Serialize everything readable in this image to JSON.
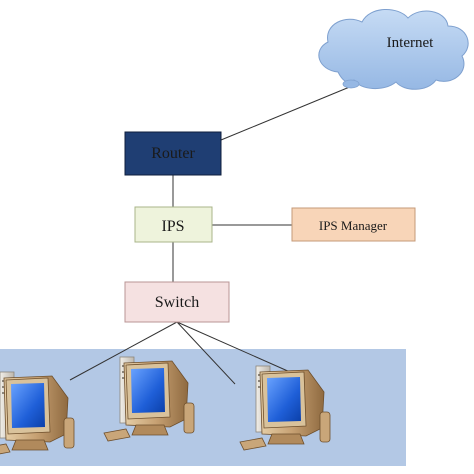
{
  "nodes": {
    "internet": {
      "label": "Internet"
    },
    "router": {
      "label": "Router"
    },
    "ips": {
      "label": "IPS"
    },
    "ips_manager": {
      "label": "IPS Manager"
    },
    "switch": {
      "label": "Switch"
    }
  },
  "computers": [
    {
      "icon": "computer-icon"
    },
    {
      "icon": "computer-icon"
    },
    {
      "icon": "computer-icon"
    }
  ],
  "colors": {
    "internet_cloud": "#a9c8ec",
    "router": "#1f3e73",
    "ips": "#eef3dc",
    "ips_manager": "#f8d5b8",
    "switch": "#f5e1e1",
    "lan_panel": "#b3c8e5",
    "screen": "#2f6fd9",
    "monitor": "#c9a679"
  }
}
